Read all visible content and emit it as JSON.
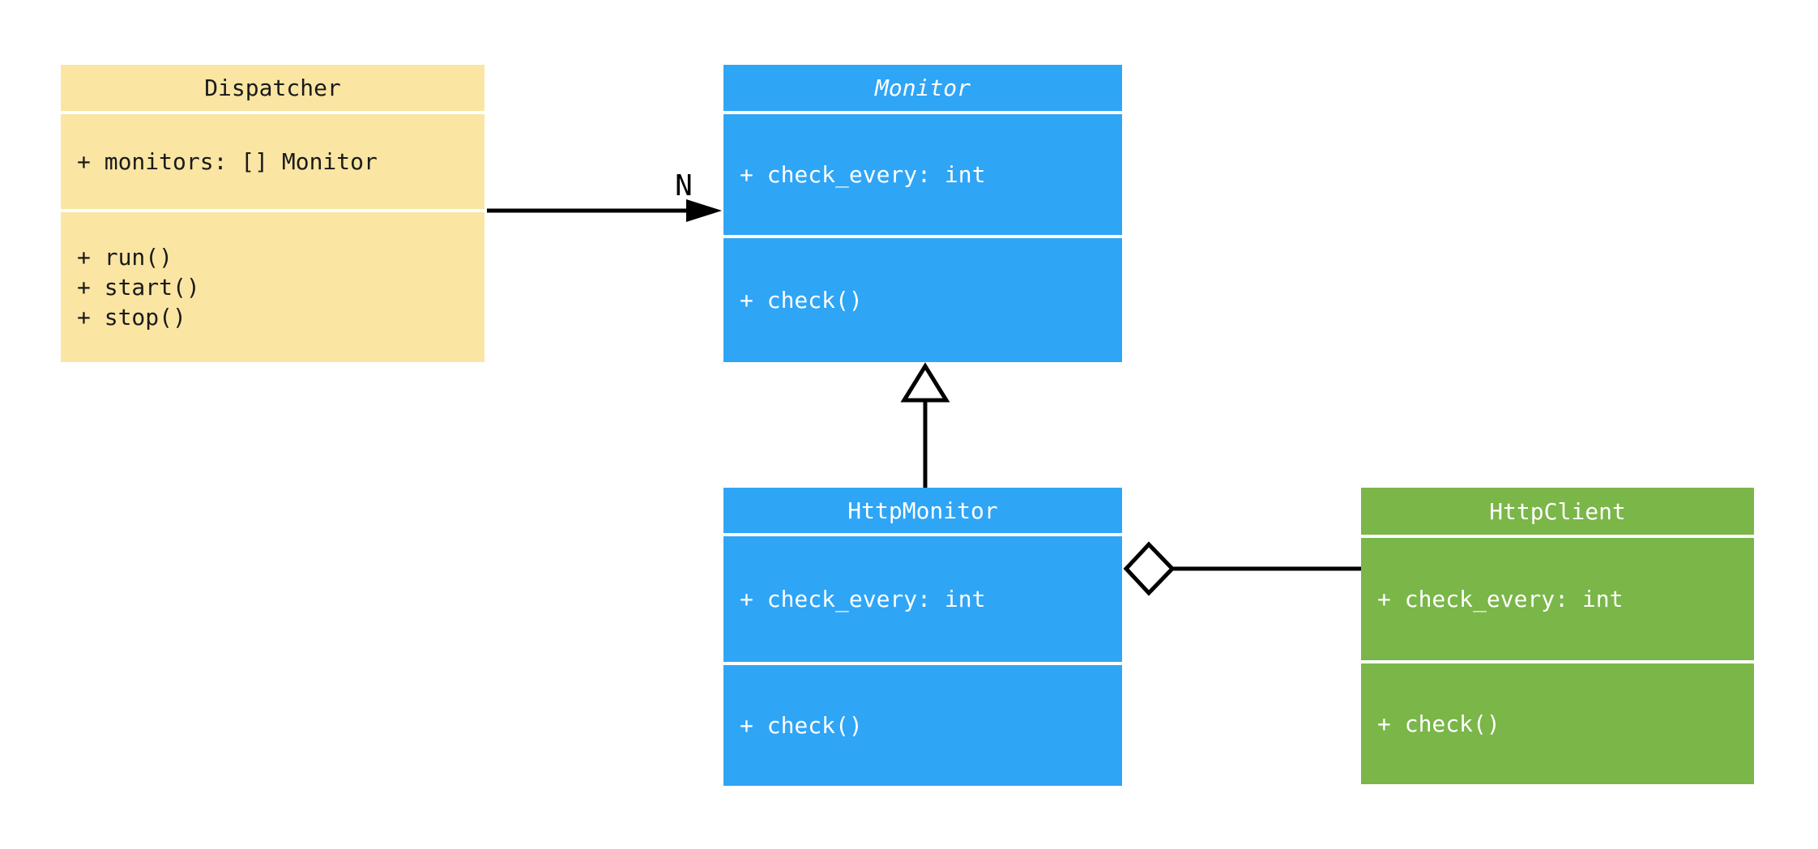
{
  "diagram": {
    "type": "uml-class-diagram",
    "background": "#FFFFFF",
    "connector_color": "#000000",
    "classes": [
      {
        "id": "dispatcher",
        "name": "Dispatcher",
        "abstract": false,
        "fill": "#FAE5A3",
        "text_color": "#1A1A1A",
        "attributes": [
          "+ monitors: [] Monitor"
        ],
        "methods": [
          "+ run()",
          "+ start()",
          "+ stop()"
        ]
      },
      {
        "id": "monitor",
        "name": "Monitor",
        "abstract": true,
        "fill": "#2FA5F6",
        "text_color": "#FFFFFF",
        "attributes": [
          "+ check_every: int"
        ],
        "methods": [
          "+ check()"
        ]
      },
      {
        "id": "httpmonitor",
        "name": "HttpMonitor",
        "abstract": false,
        "fill": "#2FA5F6",
        "text_color": "#FFFFFF",
        "attributes": [
          "+ check_every: int"
        ],
        "methods": [
          "+ check()"
        ]
      },
      {
        "id": "httpclient",
        "name": "HttpClient",
        "abstract": false,
        "fill": "#7AB648",
        "text_color": "#FFFFFF",
        "attributes": [
          "+ check_every: int"
        ],
        "methods": [
          "+ check()"
        ]
      }
    ],
    "relations": [
      {
        "type": "association",
        "from": "Dispatcher",
        "to": "Monitor",
        "label": "N",
        "marker": "filled-arrowhead"
      },
      {
        "type": "inheritance",
        "from": "HttpMonitor",
        "to": "Monitor",
        "label": "",
        "marker": "hollow-triangle"
      },
      {
        "type": "aggregation",
        "from": "HttpMonitor",
        "to": "HttpClient",
        "label": "",
        "marker": "hollow-diamond"
      }
    ]
  }
}
